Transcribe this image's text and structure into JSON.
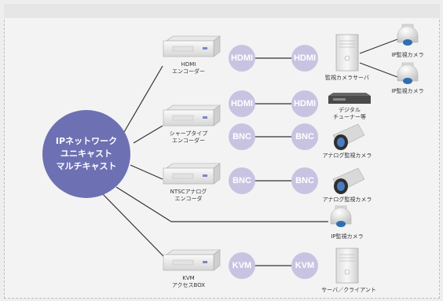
{
  "colors": {
    "hub": "#6d70b3",
    "badge": "#c9c3e2",
    "badge_text": "#ffffff",
    "line": "#333333"
  },
  "hub": {
    "lines": [
      "IPネットワーク",
      "ユニキャスト",
      "マルチキャスト"
    ]
  },
  "encoders": [
    {
      "id": "hdmi-encoder",
      "lines": [
        "HDMI",
        "エンコーダー"
      ]
    },
    {
      "id": "sharp-encoder",
      "lines": [
        "シャープタイプ",
        "エンコーダー"
      ]
    },
    {
      "id": "ntsc-encoder",
      "lines": [
        "NTSCアナログ",
        "エンコーダ"
      ]
    },
    {
      "id": "kvm-box",
      "lines": [
        "KVM",
        "アクセスBOX"
      ]
    }
  ],
  "badges": {
    "hdmi": "HDMI",
    "bnc": "BNC",
    "kvm": "KVM"
  },
  "devices": {
    "monitor_server": "監視カメラサーバ",
    "ip_camera": "IP監視カメラ",
    "digital_tuner": [
      "デジタル",
      "チューナー等"
    ],
    "analog_camera": "アナログ監視カメラ",
    "server_client": "サーバ／クライアント"
  }
}
